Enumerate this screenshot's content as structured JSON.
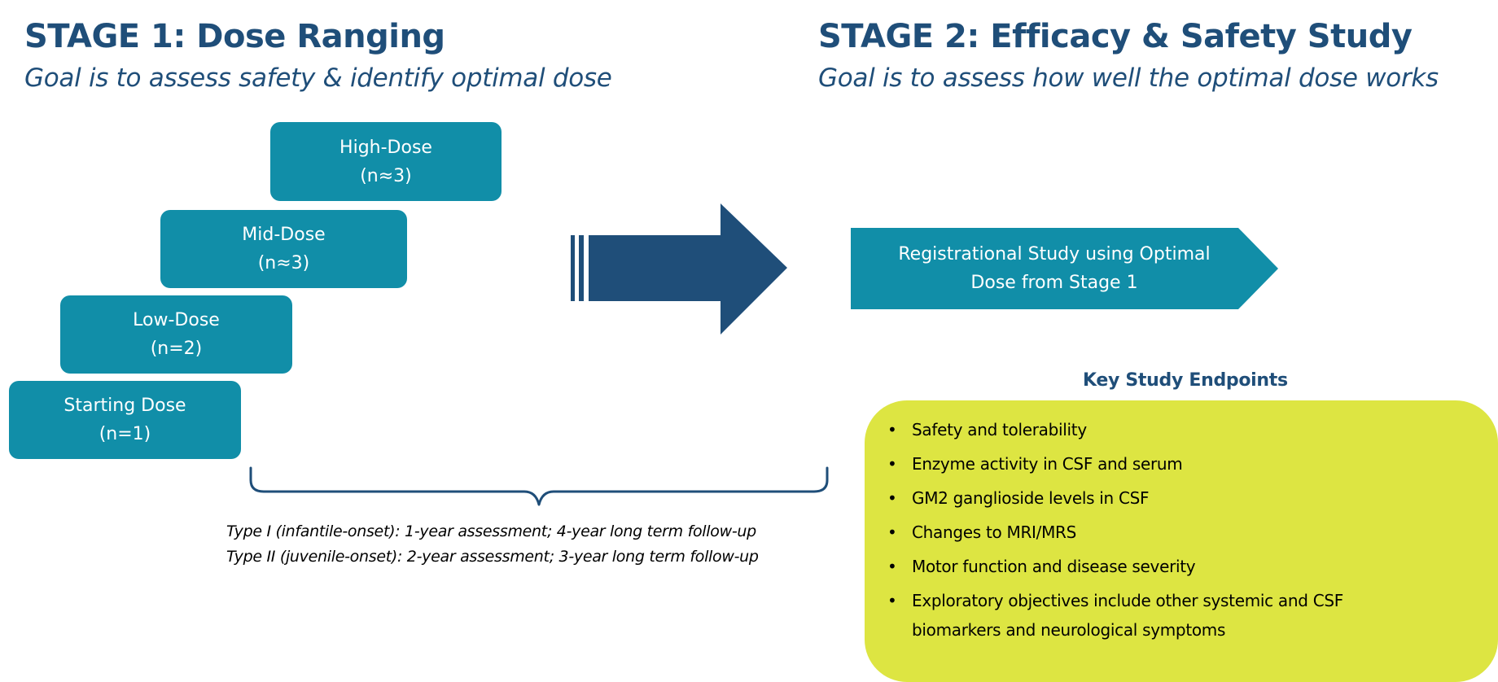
{
  "stage1": {
    "title": "STAGE 1: Dose Ranging",
    "goal": "Goal is to assess safety & identify optimal dose",
    "doses": [
      {
        "label": "High-Dose",
        "n": "(n≈3)"
      },
      {
        "label": "Mid-Dose",
        "n": "(n≈3)"
      },
      {
        "label": "Low-Dose",
        "n": "(n=2)"
      },
      {
        "label": "Starting Dose",
        "n": "(n=1)"
      }
    ],
    "followups": [
      "Type I (infantile-onset): 1-year assessment; 4-year long term follow-up",
      "Type II (juvenile-onset): 2-year assessment; 3-year long term follow-up"
    ]
  },
  "stage2": {
    "title": "STAGE 2: Efficacy & Safety Study",
    "goal": "Goal is to assess how well the optimal dose works",
    "registrational": {
      "line1": "Registrational Study using Optimal",
      "line2": "Dose from Stage 1"
    },
    "endpoints_title": "Key Study Endpoints",
    "bullet_glyph": "•",
    "endpoints": [
      "Safety and tolerability",
      "Enzyme activity in CSF and serum",
      "GM2 ganglioside levels in CSF",
      "Changes to MRI/MRS",
      "Motor function and disease severity",
      "Exploratory objectives include other systemic and CSF biomarkers and neurological symptoms"
    ]
  },
  "colors": {
    "heading": "#1f4e79",
    "dose_box": "#118ea8",
    "big_arrow": "#1f4e79",
    "endpoints_box": "#dde542"
  },
  "icons": {
    "big_arrow": "right-arrow-icon",
    "registrational_banner": "pentagon-arrow-banner",
    "brace": "curly-brace"
  }
}
